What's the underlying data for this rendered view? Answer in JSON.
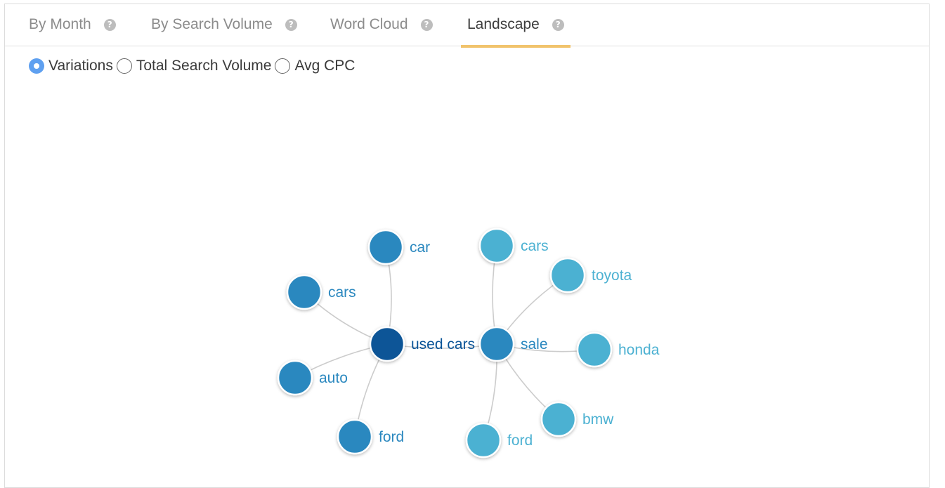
{
  "tabs": [
    {
      "label": "By Month",
      "active": false
    },
    {
      "label": "By Search Volume",
      "active": false
    },
    {
      "label": "Word Cloud",
      "active": false
    },
    {
      "label": "Landscape",
      "active": true
    }
  ],
  "help_glyph": "?",
  "metric_options": [
    {
      "label": "Variations",
      "checked": true
    },
    {
      "label": "Total Search Volume",
      "checked": false
    },
    {
      "label": "Avg CPC",
      "checked": false
    }
  ],
  "colors": {
    "active_tab_underline": "#f1c36c",
    "radio_checked": "#5fa0f0",
    "root_node": "#0a5497",
    "mid_node": "#2b88bf",
    "leaf_node": "#4cb1d2",
    "edge": "#cccccc"
  },
  "chart_data": {
    "type": "network",
    "root": "used cars",
    "nodes": [
      {
        "id": "used_cars",
        "label": "used cars",
        "level": 0
      },
      {
        "id": "car",
        "label": "car",
        "level": 1
      },
      {
        "id": "cars_1",
        "label": "cars",
        "level": 1
      },
      {
        "id": "auto",
        "label": "auto",
        "level": 1
      },
      {
        "id": "ford_1",
        "label": "ford",
        "level": 1
      },
      {
        "id": "sale",
        "label": "sale",
        "level": 1
      },
      {
        "id": "cars_2",
        "label": "cars",
        "level": 2
      },
      {
        "id": "toyota",
        "label": "toyota",
        "level": 2
      },
      {
        "id": "honda",
        "label": "honda",
        "level": 2
      },
      {
        "id": "bmw",
        "label": "bmw",
        "level": 2
      },
      {
        "id": "ford_2",
        "label": "ford",
        "level": 2
      }
    ],
    "edges": [
      [
        "used_cars",
        "car"
      ],
      [
        "used_cars",
        "cars_1"
      ],
      [
        "used_cars",
        "auto"
      ],
      [
        "used_cars",
        "ford_1"
      ],
      [
        "used_cars",
        "sale"
      ],
      [
        "sale",
        "cars_2"
      ],
      [
        "sale",
        "toyota"
      ],
      [
        "sale",
        "honda"
      ],
      [
        "sale",
        "bmw"
      ],
      [
        "sale",
        "ford_2"
      ]
    ]
  }
}
